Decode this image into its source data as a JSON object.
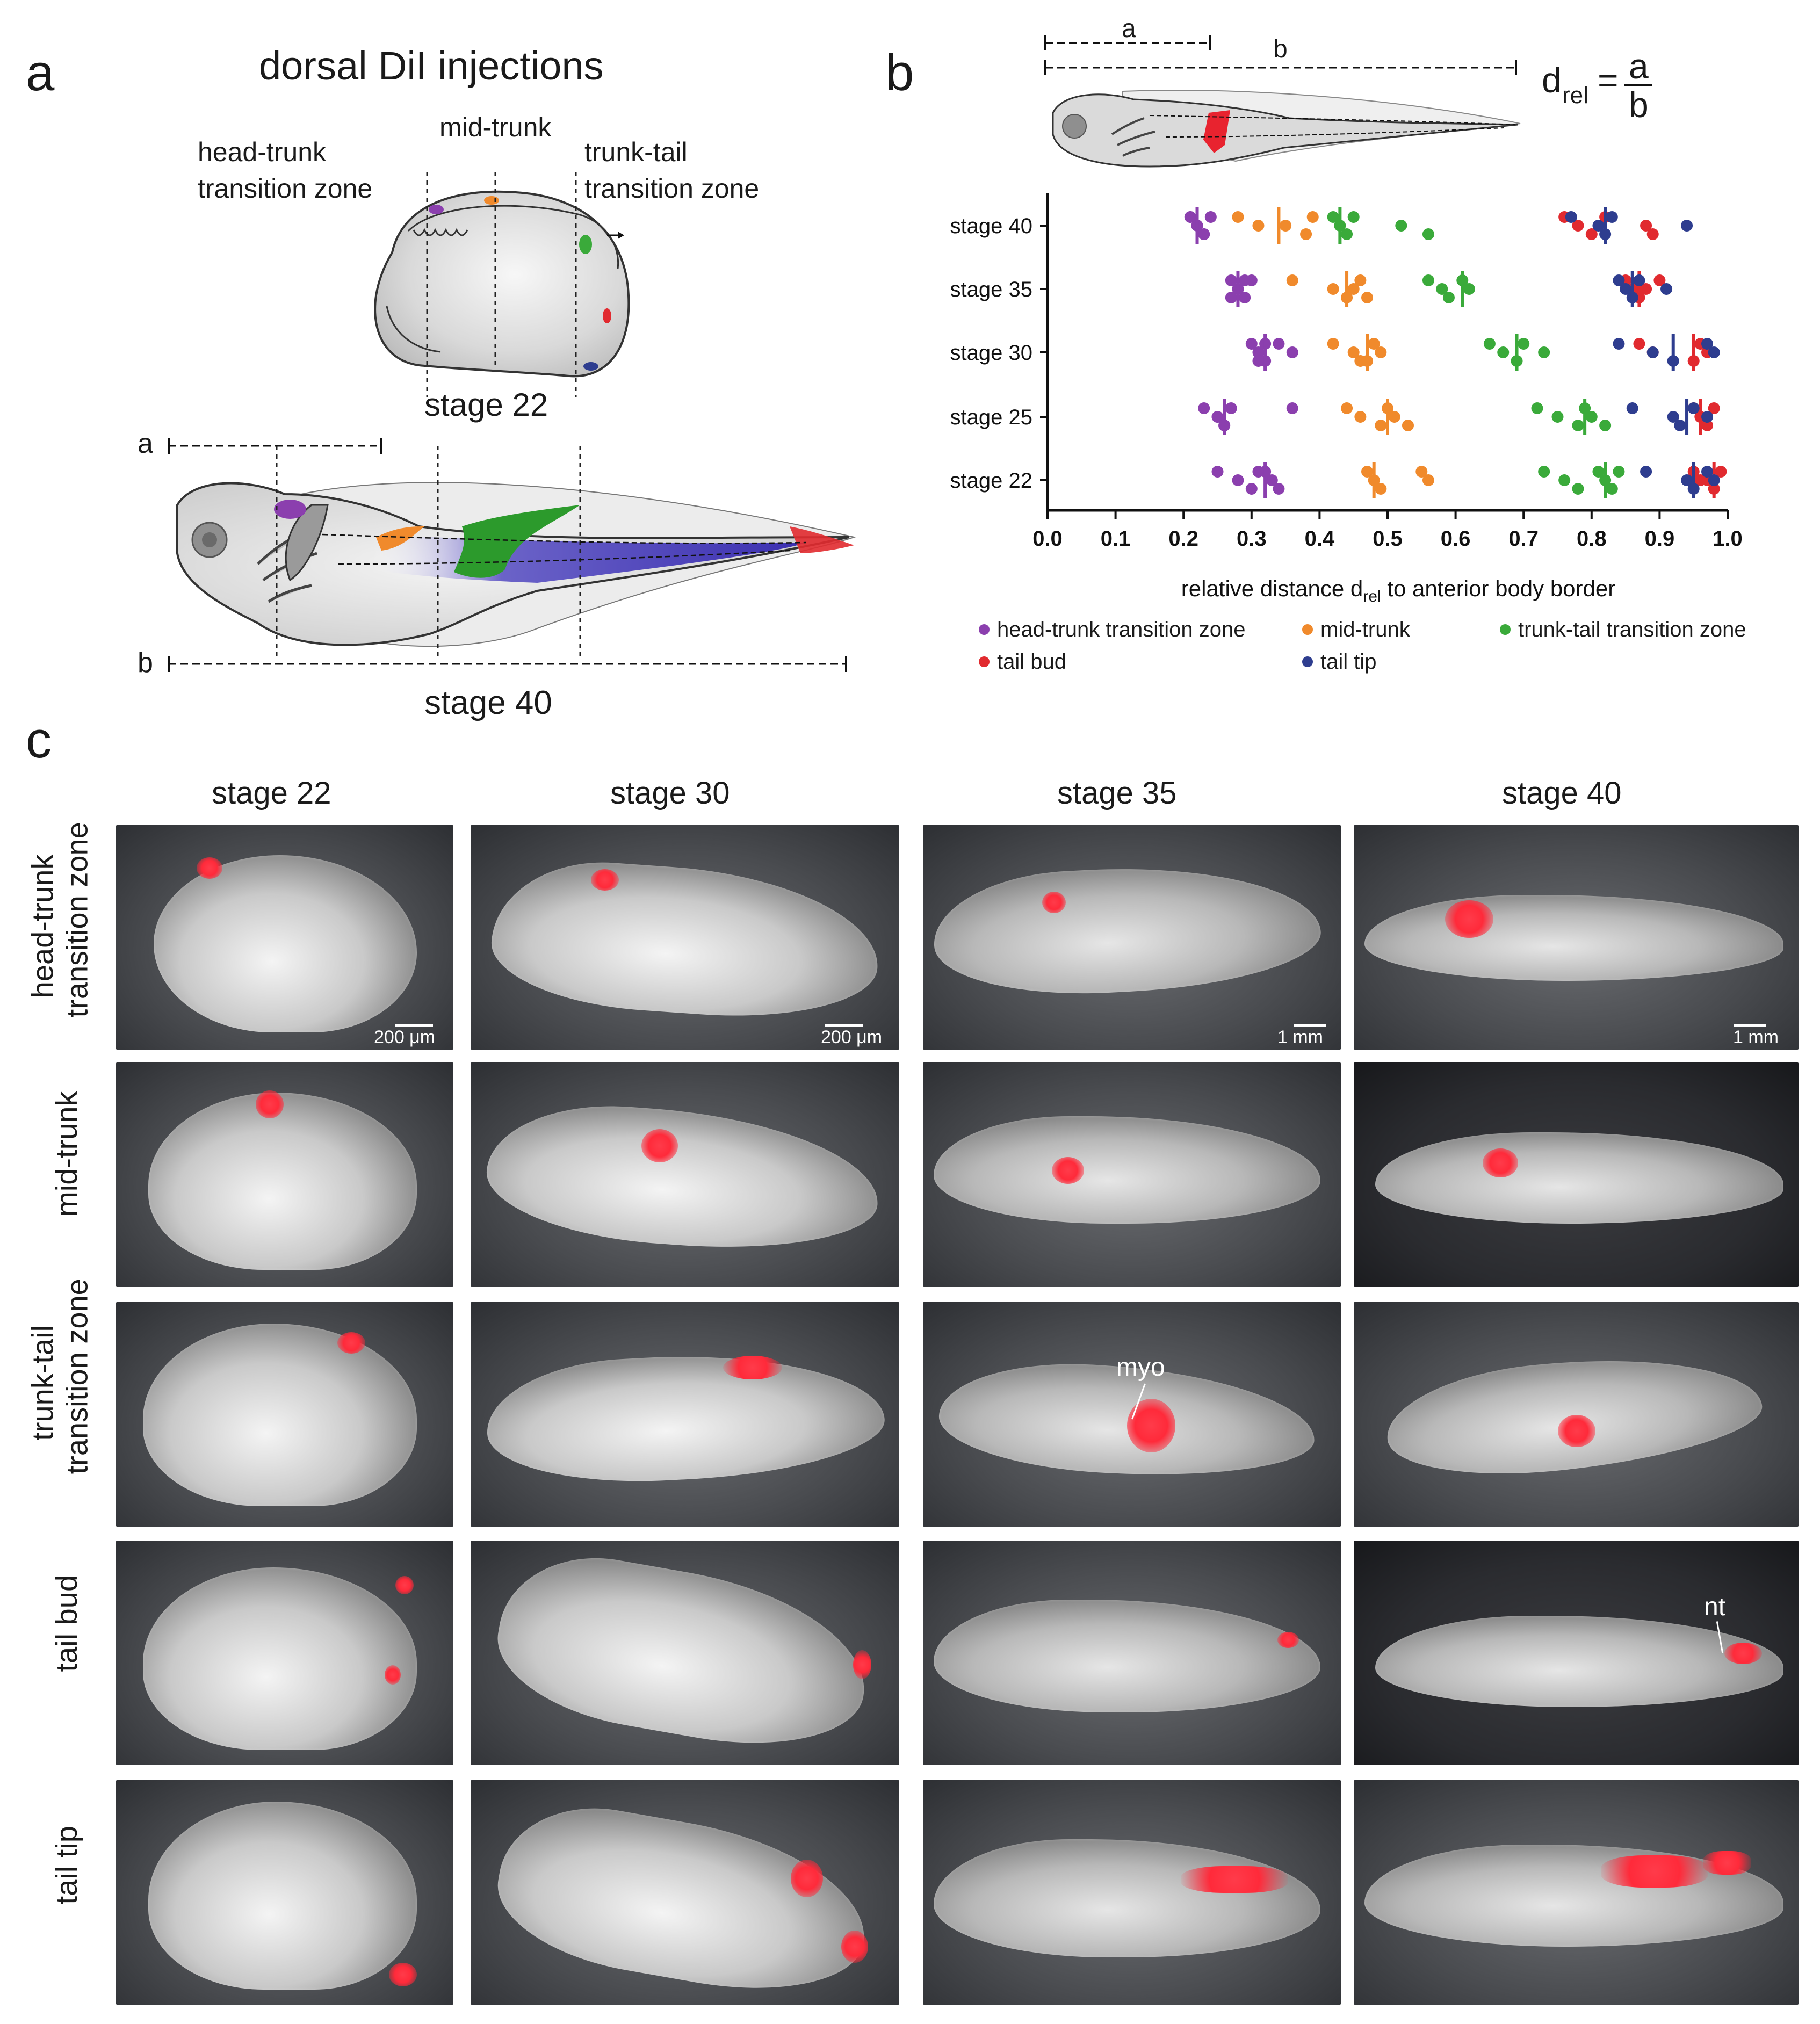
{
  "panel_a": {
    "letter": "a",
    "title": "dorsal DiI injections",
    "zone_head_trunk": [
      "head-trunk",
      "transition zone"
    ],
    "zone_mid": "mid-trunk",
    "zone_trunk_tail": [
      "trunk-tail",
      "transition zone"
    ],
    "stage_top": "stage 22",
    "stage_bottom": "stage 40",
    "measure_a": "a",
    "measure_b": "b"
  },
  "panel_b": {
    "letter": "b",
    "measure_a": "a",
    "measure_b": "b",
    "formula_lhs": "d",
    "formula_sub": "rel",
    "formula_eq": "=",
    "formula_num": "a",
    "formula_den": "b"
  },
  "chart_data": {
    "type": "scatter",
    "xlabel_main": "relative distance d",
    "xlabel_sub": "rel",
    "xlabel_tail": " to anterior body border",
    "xlim": [
      0.0,
      1.0
    ],
    "xticks": [
      "0.0",
      "0.1",
      "0.2",
      "0.3",
      "0.4",
      "0.5",
      "0.6",
      "0.7",
      "0.8",
      "0.9",
      "1.0"
    ],
    "categories": [
      "stage 40",
      "stage 35",
      "stage 30",
      "stage 25",
      "stage 22"
    ],
    "series": [
      {
        "name": "head-trunk transition zone",
        "color": "#8b3fae",
        "points": {
          "stage 40": [
            0.21,
            0.22,
            0.23,
            0.24,
            0.22,
            0.23,
            0.21
          ],
          "stage 35": [
            0.27,
            0.28,
            0.29,
            0.3,
            0.28,
            0.27,
            0.29
          ],
          "stage 30": [
            0.3,
            0.31,
            0.32,
            0.34,
            0.36,
            0.31,
            0.32
          ],
          "stage 25": [
            0.23,
            0.25,
            0.26,
            0.27,
            0.25,
            0.26,
            0.36
          ],
          "stage 22": [
            0.25,
            0.28,
            0.3,
            0.32,
            0.33,
            0.34,
            0.31
          ]
        },
        "medians": {
          "stage 40": 0.22,
          "stage 35": 0.28,
          "stage 30": 0.32,
          "stage 25": 0.26,
          "stage 22": 0.32
        }
      },
      {
        "name": "mid-trunk",
        "color": "#f08a2c",
        "points": {
          "stage 40": [
            0.28,
            0.31,
            0.38,
            0.39,
            0.35
          ],
          "stage 35": [
            0.36,
            0.42,
            0.44,
            0.46,
            0.45,
            0.47
          ],
          "stage 30": [
            0.42,
            0.45,
            0.46,
            0.48,
            0.49,
            0.47
          ],
          "stage 25": [
            0.44,
            0.46,
            0.49,
            0.5,
            0.51,
            0.53
          ],
          "stage 22": [
            0.47,
            0.48,
            0.49,
            0.55,
            0.56
          ]
        },
        "medians": {
          "stage 40": 0.34,
          "stage 35": 0.44,
          "stage 30": 0.47,
          "stage 25": 0.5,
          "stage 22": 0.48
        }
      },
      {
        "name": "trunk-tail transition zone",
        "color": "#3aaa3a",
        "points": {
          "stage 40": [
            0.42,
            0.43,
            0.44,
            0.45,
            0.52,
            0.56
          ],
          "stage 35": [
            0.56,
            0.58,
            0.59,
            0.61,
            0.62
          ],
          "stage 30": [
            0.65,
            0.67,
            0.69,
            0.7,
            0.73
          ],
          "stage 25": [
            0.72,
            0.75,
            0.78,
            0.79,
            0.8,
            0.82
          ],
          "stage 22": [
            0.73,
            0.76,
            0.78,
            0.81,
            0.82,
            0.83,
            0.84
          ]
        },
        "medians": {
          "stage 40": 0.43,
          "stage 35": 0.61,
          "stage 30": 0.69,
          "stage 25": 0.79,
          "stage 22": 0.82
        }
      },
      {
        "name": "tail bud",
        "color": "#e12a2f",
        "points": {
          "stage 40": [
            0.76,
            0.78,
            0.8,
            0.82,
            0.88,
            0.89
          ],
          "stage 35": [
            0.85,
            0.86,
            0.87,
            0.9,
            0.88
          ],
          "stage 30": [
            0.87,
            0.89,
            0.95,
            0.96,
            0.97
          ],
          "stage 25": [
            0.95,
            0.96,
            0.97,
            0.98,
            0.96
          ],
          "stage 22": [
            0.95,
            0.96,
            0.98,
            0.99,
            0.97
          ]
        },
        "medians": {
          "stage 40": 0.82,
          "stage 35": 0.87,
          "stage 30": 0.95,
          "stage 25": 0.96,
          "stage 22": 0.98
        }
      },
      {
        "name": "tail tip",
        "color": "#2e3d8f",
        "points": {
          "stage 40": [
            0.77,
            0.81,
            0.82,
            0.83,
            0.94
          ],
          "stage 35": [
            0.84,
            0.85,
            0.86,
            0.87,
            0.91
          ],
          "stage 30": [
            0.84,
            0.89,
            0.92,
            0.97,
            0.98
          ],
          "stage 25": [
            0.86,
            0.92,
            0.93,
            0.95,
            0.97
          ],
          "stage 22": [
            0.88,
            0.94,
            0.95,
            0.97,
            0.98
          ]
        },
        "medians": {
          "stage 40": 0.82,
          "stage 35": 0.86,
          "stage 30": 0.92,
          "stage 25": 0.94,
          "stage 22": 0.95
        }
      }
    ]
  },
  "panel_c": {
    "letter": "c",
    "columns": [
      "stage 22",
      "stage 30",
      "stage 35",
      "stage 40"
    ],
    "rows": [
      [
        "head-trunk",
        "transition zone"
      ],
      [
        "mid-trunk"
      ],
      [
        "trunk-tail",
        "transition zone"
      ],
      [
        "tail bud"
      ],
      [
        "tail tip"
      ]
    ],
    "scale_labels": [
      "200 μm",
      "200 μm",
      "1 mm",
      "1 mm"
    ],
    "annotation_myo": "myo",
    "annotation_nt": "nt"
  },
  "colors": {
    "purple": "#8b3fae",
    "orange": "#f08a2c",
    "green": "#3aaa3a",
    "red": "#e12a2f",
    "blue": "#2e3d8f",
    "dii": "#ff2a3a"
  }
}
